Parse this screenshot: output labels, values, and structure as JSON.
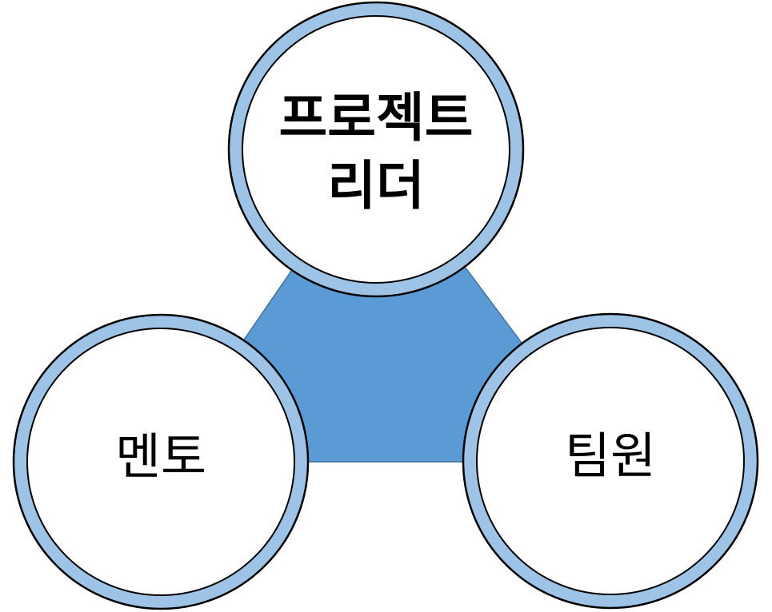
{
  "diagram": {
    "nodes": {
      "leader": {
        "lines": [
          "프로젝트",
          "리더"
        ]
      },
      "mentor": {
        "label": "멘토"
      },
      "member": {
        "label": "팀원"
      }
    },
    "colors": {
      "triangle_fill": "#5b9bd5",
      "triangle_stroke": "#41719c",
      "ring_fill": "#9dc3e6",
      "inner_fill": "#ffffff",
      "outline": "#000000",
      "text": "#000000"
    }
  }
}
